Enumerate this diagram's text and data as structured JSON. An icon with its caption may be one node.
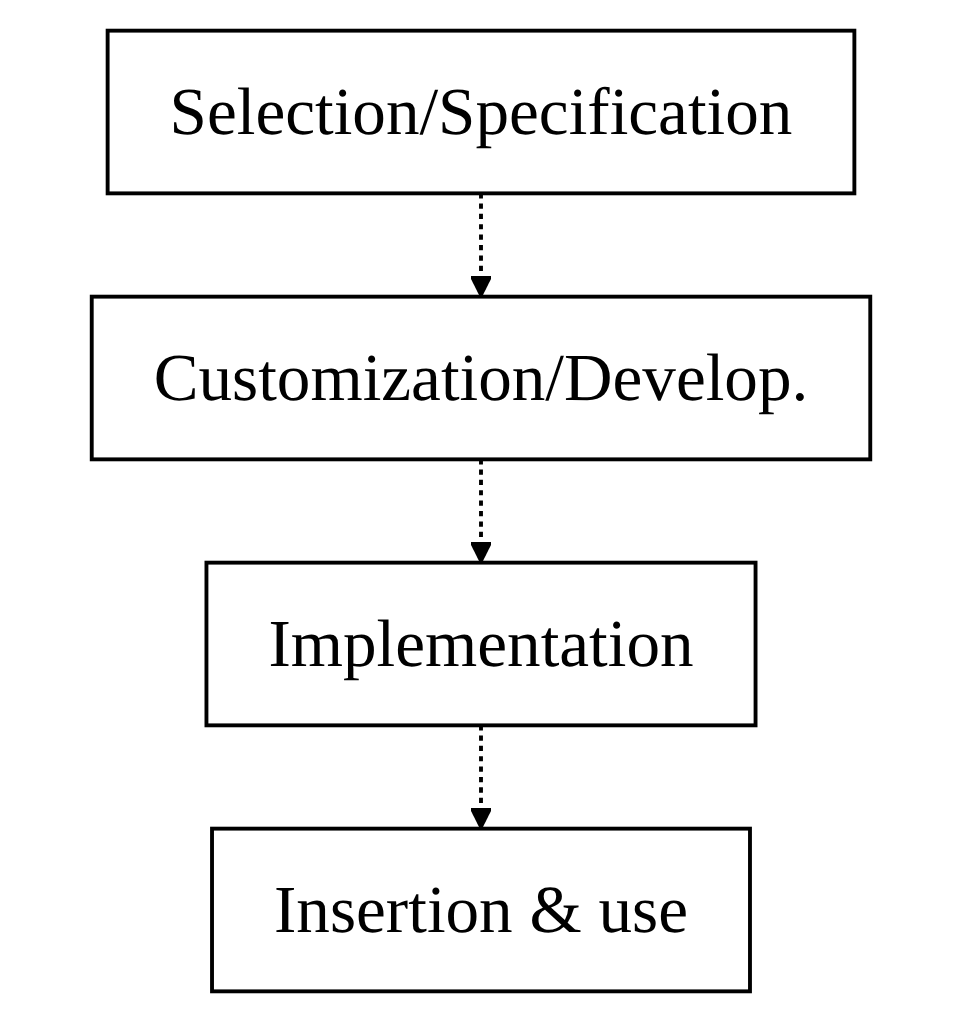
{
  "diagram": {
    "nodes": [
      {
        "text": [
          "Selection/Specification"
        ]
      },
      {
        "text": [
          "Customization/Develop."
        ]
      },
      {
        "text": [
          "Implementation"
        ]
      },
      {
        "text": [
          "Insertion & use"
        ]
      }
    ],
    "edges": [
      {
        "from": 0,
        "to": 1,
        "arrow": "to",
        "style": "dashed"
      },
      {
        "from": 1,
        "to": 2,
        "arrow": "to",
        "style": "dashed"
      },
      {
        "from": 2,
        "to": 3,
        "arrow": "to",
        "style": "dashed"
      }
    ]
  }
}
